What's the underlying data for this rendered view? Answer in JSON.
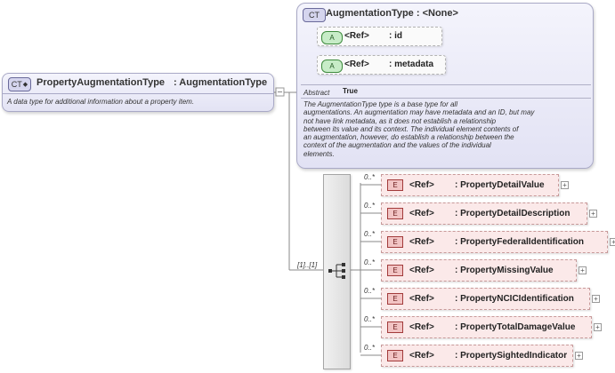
{
  "main_type": {
    "badge": "CT",
    "name": "PropertyAugmentationType",
    "base": ": AugmentationType",
    "documentation": "A data type for additional information about a property item."
  },
  "base_type": {
    "badge": "CT",
    "title": "AugmentationType : <None>",
    "attributes": [
      {
        "badge": "A",
        "ref": "<Ref>",
        "name": ": id"
      },
      {
        "badge": "A",
        "ref": "<Ref>",
        "name": ": metadata"
      }
    ],
    "abstract_label": "Abstract",
    "abstract_value": "True",
    "documentation_lines": [
      "The AugmentationType type is a base type for all",
      "augmentations. An augmentation may have metadata and an ID, but may",
      "not have link metadata, as it does not establish a relationship",
      "between its value and its context. The individual element contents of",
      "an augmentation, however, do establish a relationship between the",
      "context of the augmentation and the values of the individual",
      "elements."
    ]
  },
  "sequence": {
    "cardinality": "[1]..[1]",
    "icon": "sequence-icon"
  },
  "elements": [
    {
      "badge": "E",
      "cardinality": "0..*",
      "ref": "<Ref>",
      "name": ": PropertyDetailValue"
    },
    {
      "badge": "E",
      "cardinality": "0..*",
      "ref": "<Ref>",
      "name": ": PropertyDetailDescription"
    },
    {
      "badge": "E",
      "cardinality": "0..*",
      "ref": "<Ref>",
      "name": ": PropertyFederalIdentification"
    },
    {
      "badge": "E",
      "cardinality": "0..*",
      "ref": "<Ref>",
      "name": ": PropertyMissingValue"
    },
    {
      "badge": "E",
      "cardinality": "0..*",
      "ref": "<Ref>",
      "name": ": PropertyNCICIdentification"
    },
    {
      "badge": "E",
      "cardinality": "0..*",
      "ref": "<Ref>",
      "name": ": PropertyTotalDamageValue"
    },
    {
      "badge": "E",
      "cardinality": "0..*",
      "ref": "<Ref>",
      "name": ": PropertySightedIndicator"
    }
  ],
  "colors": {
    "complex_type_fill": "#e8e8f6",
    "attribute_badge": "#c7ecc7",
    "element_fill": "#fbe9e9",
    "element_badge": "#f2c4c4"
  }
}
